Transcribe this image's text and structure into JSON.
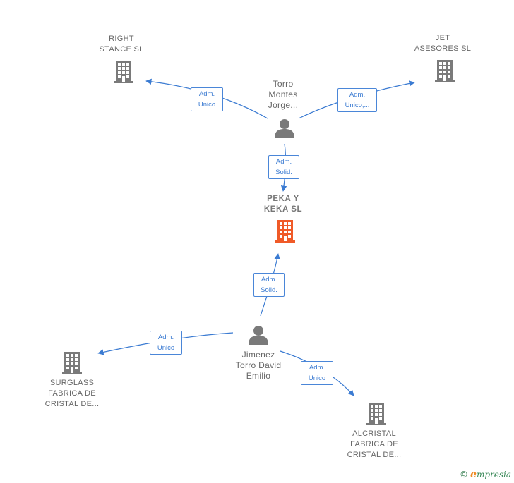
{
  "nodes": {
    "right_stance": {
      "line1": "RIGHT",
      "line2": "STANCE  SL"
    },
    "jet_asesores": {
      "line1": "JET",
      "line2": "ASESORES SL"
    },
    "torro_montes": {
      "line1": "Torro",
      "line2": "Montes",
      "line3": "Jorge..."
    },
    "peka_keka": {
      "line1": "PEKA Y",
      "line2": "KEKA  SL"
    },
    "jimenez_torro": {
      "line1": "Jimenez",
      "line2": "Torro David",
      "line3": "Emilio"
    },
    "surglass": {
      "line1": "SURGLASS",
      "line2": "FABRICA DE",
      "line3": "CRISTAL DE..."
    },
    "alcristal": {
      "line1": "ALCRISTAL",
      "line2": "FABRICA DE",
      "line3": "CRISTAL DE..."
    }
  },
  "edges": {
    "torro_to_right": {
      "line1": "Adm.",
      "line2": "Unico"
    },
    "torro_to_jet": {
      "line1": "Adm.",
      "line2": "Unico,..."
    },
    "torro_to_peka": {
      "line1": "Adm.",
      "line2": "Solid."
    },
    "jimenez_to_peka": {
      "line1": "Adm.",
      "line2": "Solid."
    },
    "jimenez_to_surglass": {
      "line1": "Adm.",
      "line2": "Unico"
    },
    "jimenez_to_alcristal": {
      "line1": "Adm.",
      "line2": "Unico"
    }
  },
  "colors": {
    "company": "#7a7a7a",
    "main_company": "#f05a28",
    "person": "#7a7a7a",
    "edge": "#3b7bd2"
  },
  "copyright": {
    "symbol": "©",
    "brand_initial": "e",
    "brand_rest": "mpresia"
  }
}
